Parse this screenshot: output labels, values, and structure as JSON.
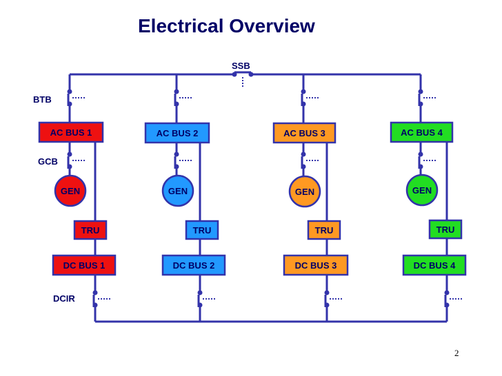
{
  "title": "Electrical Overview",
  "page_number": "2",
  "labels": {
    "ssb": "SSB",
    "btb": "BTB",
    "gcb": "GCB",
    "dcir": "DCIR"
  },
  "colors": {
    "wire": "#3333aa",
    "text": "#000066",
    "channel_1": "#ee1111",
    "channel_2": "#2299ff",
    "channel_3": "#ff9922",
    "channel_4": "#22dd22"
  },
  "channels": [
    {
      "ac_bus": "AC BUS 1",
      "gen": "GEN",
      "tru": "TRU",
      "dc_bus": "DC BUS 1",
      "color": "#ee1111"
    },
    {
      "ac_bus": "AC BUS 2",
      "gen": "GEN",
      "tru": "TRU",
      "dc_bus": "DC BUS 2",
      "color": "#2299ff"
    },
    {
      "ac_bus": "AC BUS 3",
      "gen": "GEN",
      "tru": "TRU",
      "dc_bus": "DC BUS 3",
      "color": "#ff9922"
    },
    {
      "ac_bus": "AC BUS 4",
      "gen": "GEN",
      "tru": "TRU",
      "dc_bus": "DC BUS 4",
      "color": "#22dd22"
    }
  ]
}
